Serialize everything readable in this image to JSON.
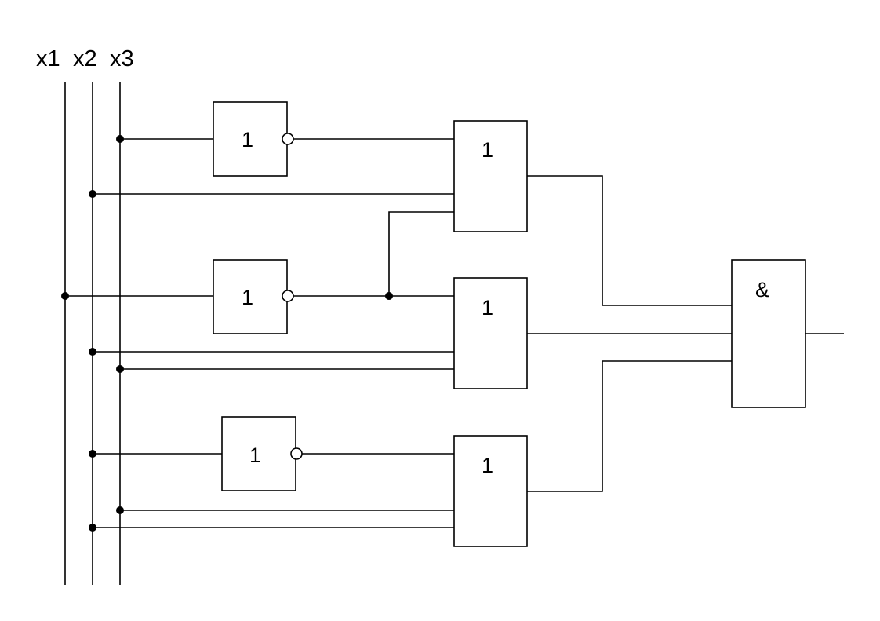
{
  "inputs": {
    "x1": "x1",
    "x2": "x2",
    "x3": "x3"
  },
  "gates": {
    "not_top": "1",
    "not_mid": "1",
    "not_bottom": "1",
    "or_top": "1",
    "or_mid": "1",
    "or_bottom": "1",
    "and_final": "&"
  }
}
